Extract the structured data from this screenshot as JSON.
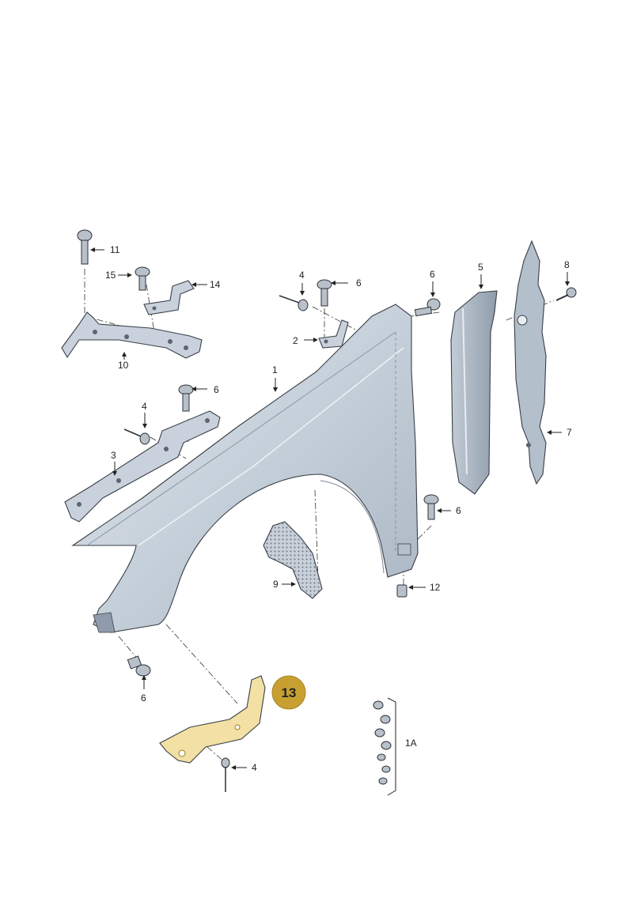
{
  "diagram": {
    "labels": {
      "p1": "1",
      "p1A": "1A",
      "p2": "2",
      "p3": "3",
      "p4_top": "4",
      "p4_mid": "4",
      "p4_bottom": "4",
      "p5": "5",
      "p6_a": "6",
      "p6_b": "6",
      "p6_c": "6",
      "p6_d": "6",
      "p6_e": "6",
      "p7": "7",
      "p8": "8",
      "p9": "9",
      "p10": "10",
      "p11": "11",
      "p12": "12",
      "p14": "14",
      "p15": "15"
    },
    "highlight": {
      "label": "13",
      "color": "#c8a032"
    },
    "colors": {
      "fender": "#c9d3dd",
      "liner": "#aab5c1",
      "bracket_highlight": "#e8c65a"
    }
  }
}
